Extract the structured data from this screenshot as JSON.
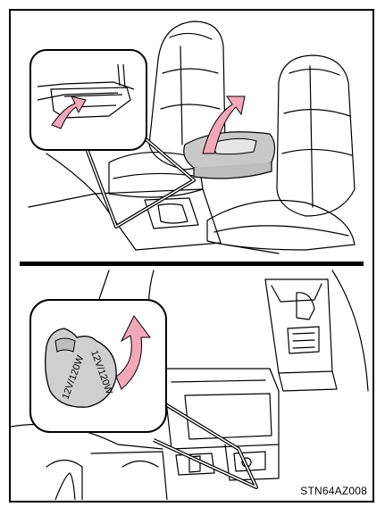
{
  "figure": {
    "code": "STN64AZ008",
    "top_panel": {
      "illustration": "seat-armrest-lift",
      "arrow_color": "#f2a7bb",
      "highlight_color": "#c9c9c9"
    },
    "bottom_panel": {
      "illustration": "console-socket",
      "arrow_color": "#f2a7bb",
      "cap_label_1": "12V/120W",
      "cap_label_2": "12V/120W"
    }
  }
}
